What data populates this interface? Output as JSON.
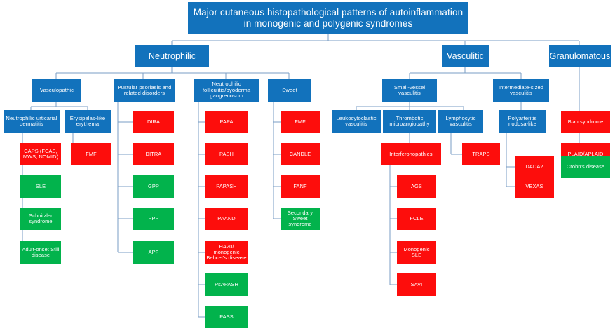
{
  "meta": {
    "colors": {
      "blue": "#1272bc",
      "red": "#fd0d0c",
      "green": "#02b34c",
      "connector": "#7a9ec4",
      "background": "#ffffff",
      "text": "#ffffff"
    }
  },
  "title": {
    "line1": "Major cutaneous histopathological patterns of autoinflammation",
    "line2": "in monogenic and polygenic syndromes"
  },
  "branches": [
    {
      "id": "neutrophilic",
      "label": "Neutrophilic"
    },
    {
      "id": "vasculitic",
      "label": "Vasculitic"
    },
    {
      "id": "granulomatous",
      "label": "Granulomatous"
    }
  ],
  "categories": [
    {
      "id": "vasculopathic",
      "label": "Vasculopathic"
    },
    {
      "id": "pustular",
      "label": "Pustular psoriasis and related disorders"
    },
    {
      "id": "neutrophilic-folliculitis",
      "label": "Neutrophilic folliculitis/pyoderma gangrenosum"
    },
    {
      "id": "sweet",
      "label": "Sweet"
    },
    {
      "id": "small-vessel",
      "label": "Small-vessel vasculitis"
    },
    {
      "id": "intermediate-sized",
      "label": "Intermediate-sized vasculitis"
    }
  ],
  "subcategories": [
    {
      "id": "neutrophilic-urticarial-dermatitis",
      "label": "Neutrophilic urticarial dermatitis"
    },
    {
      "id": "erysipelas-like-erythema",
      "label": "Erysipelas-like erythema"
    },
    {
      "id": "leukocytoclastic-vasculitis",
      "label": "Leukocytoclastic vasculitis"
    },
    {
      "id": "thrombotic-microangiopathy",
      "label": "Thrombotic microangiopathy"
    },
    {
      "id": "lymphocytic-vasculitis",
      "label": "Lymphocytic vasculitis"
    },
    {
      "id": "polyarteritis-nodosa-like",
      "label": "Polyarteritis nodosa-like"
    }
  ],
  "leaves": {
    "neutrophilic_urticarial_dermatitis": [
      {
        "label": "CAPS (FCAS, MWS, NOMID)",
        "color": "red"
      },
      {
        "label": "SLE",
        "color": "green"
      },
      {
        "label": "Schnitzler syndrome",
        "color": "green"
      },
      {
        "label": "Adult-onset Still disease",
        "color": "green"
      }
    ],
    "erysipelas_like_erythema": [
      {
        "label": "FMF",
        "color": "red"
      }
    ],
    "pustular": [
      {
        "label": "DIRA",
        "color": "red"
      },
      {
        "label": "DITRA",
        "color": "red"
      },
      {
        "label": "GPP",
        "color": "green"
      },
      {
        "label": "PPP",
        "color": "green"
      },
      {
        "label": "APF",
        "color": "green"
      }
    ],
    "neutrophilic_folliculitis": [
      {
        "label": "PAPA",
        "color": "red"
      },
      {
        "label": "PASH",
        "color": "red"
      },
      {
        "label": "PAPASH",
        "color": "red"
      },
      {
        "label": "PAAND",
        "color": "red"
      },
      {
        "label": "HA20/ monogenic Behcet's disease",
        "color": "red"
      },
      {
        "label": "PsAPASH",
        "color": "green"
      },
      {
        "label": "PASS",
        "color": "green"
      }
    ],
    "sweet": [
      {
        "label": "FMF",
        "color": "red"
      },
      {
        "label": "CANDLE",
        "color": "red"
      },
      {
        "label": "FANF",
        "color": "red"
      },
      {
        "label": "Secondary Sweet syndrome",
        "color": "green"
      }
    ],
    "thrombotic_microangiopathy": [
      {
        "label": "Interferonopathies",
        "color": "red"
      }
    ],
    "interferonopathies": [
      {
        "label": "AGS",
        "color": "red"
      },
      {
        "label": "FCLE",
        "color": "red"
      },
      {
        "label": "Monogenic SLE",
        "color": "red"
      },
      {
        "label": "SAVI",
        "color": "red"
      }
    ],
    "lymphocytic_vasculitis": [
      {
        "label": "TRAPS",
        "color": "red"
      }
    ],
    "polyarteritis_nodosa_like": [
      {
        "label": "DADA2",
        "color": "red"
      },
      {
        "label": "VEXAS",
        "color": "red"
      }
    ],
    "granulomatous": [
      {
        "label": "Blau syndrome",
        "color": "red"
      },
      {
        "label": "PLAID/APLAID",
        "color": "red"
      },
      {
        "label": "Crohn's disease",
        "color": "green"
      }
    ]
  }
}
